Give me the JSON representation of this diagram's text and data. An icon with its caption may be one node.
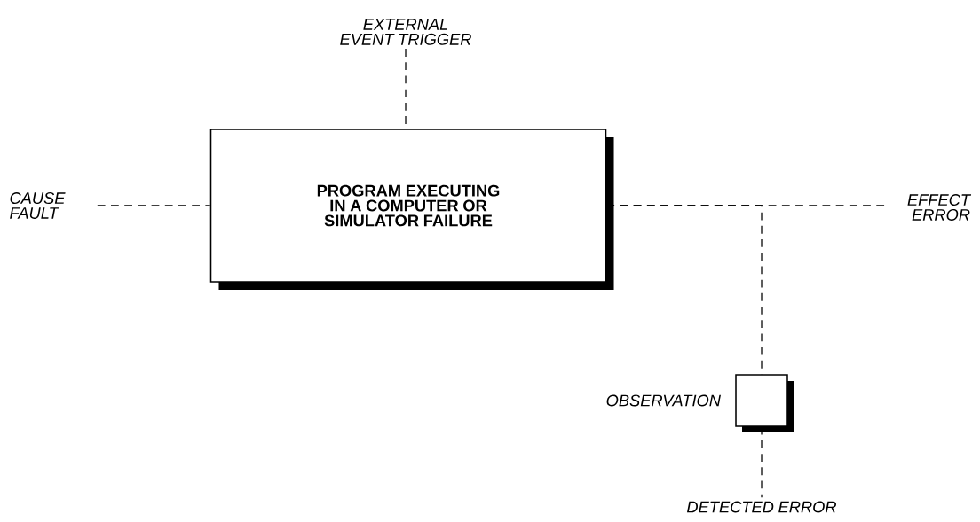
{
  "diagram": {
    "nodes": [
      {
        "text": [
          "EXTERNAL EVENT TRIGGER"
        ]
      },
      {
        "text": [
          "CAUSE FAULT"
        ]
      },
      {
        "text": [
          "PROGRAM EXECUTING IN A COMPUTER OR SIMULATOR FAILURE"
        ]
      },
      {
        "text": [
          "EFFECT ERROR"
        ]
      },
      {
        "text": [],
        "shape": "box",
        "beside": [
          "OBSERVATION"
        ]
      },
      {
        "text": [
          "DETECTED ERROR"
        ]
      }
    ],
    "edges": [
      {
        "from": 0,
        "to": 2,
        "arrow": "none",
        "style": "dashed"
      },
      {
        "from": 1,
        "to": 2,
        "arrow": "none",
        "style": "dashed"
      },
      {
        "from": 2,
        "to": 3,
        "arrow": "none",
        "style": "dashed"
      },
      {
        "from": 2,
        "to": 4,
        "arrow": "none",
        "style": "dashed"
      },
      {
        "from": 4,
        "to": 5,
        "arrow": "none",
        "style": "dashed"
      }
    ]
  }
}
